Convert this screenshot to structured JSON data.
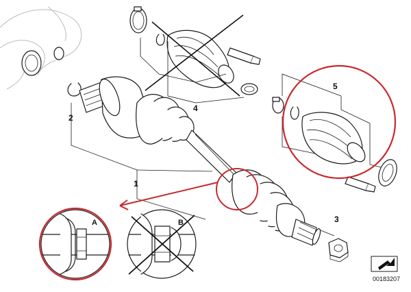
{
  "diagram": {
    "part_labels": [
      {
        "id": "label-1",
        "text": "1"
      },
      {
        "id": "label-2",
        "text": "2"
      },
      {
        "id": "label-3",
        "text": "3"
      },
      {
        "id": "label-4",
        "text": "4"
      },
      {
        "id": "label-5",
        "text": "5"
      }
    ],
    "detail_labels": {
      "a": "A",
      "b": "B"
    },
    "document_number": "00183207",
    "colors": {
      "line": "#1a1a1a",
      "highlight": "#c8282d",
      "background": "#ffffff"
    },
    "icons": [
      "boot-kit-cross-icon",
      "detail-b-cross-icon",
      "direction-arrow-icon"
    ]
  }
}
